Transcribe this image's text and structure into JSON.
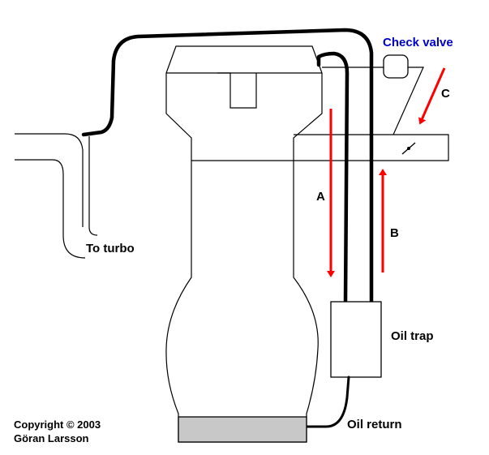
{
  "labels": {
    "check_valve": "Check valve",
    "to_turbo": "To turbo",
    "oil_trap": "Oil trap",
    "oil_return": "Oil return",
    "arrow_a": "A",
    "arrow_b": "B",
    "arrow_c": "C",
    "copyright_line1": "Copyright © 2003",
    "copyright_line2": "Göran Larsson"
  },
  "colors": {
    "arrow": "#ff0000",
    "check_valve_label": "#0000cc",
    "sump": "#c8c8c8",
    "line": "#000000"
  }
}
